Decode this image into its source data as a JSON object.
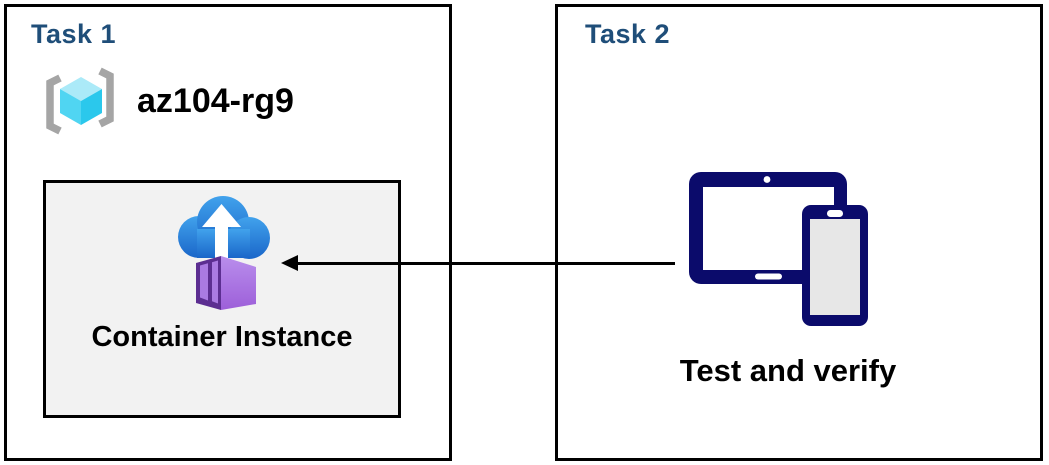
{
  "task1": {
    "title": "Task 1",
    "resource_group_name": "az104-rg9",
    "card_label": "Container Instance"
  },
  "task2": {
    "title": "Task 2",
    "caption": "Test and verify"
  },
  "icons": {
    "resource_group": "azure-resource-group-brackets-cube",
    "container_instance": "cloud-upload-with-container-box",
    "devices": "tablet-and-phone",
    "connector": "arrow-pointing-left"
  },
  "colors": {
    "title": "#1F4E79",
    "border": "#000000",
    "card": "#F2F2F2",
    "navy": "#0B0B6B",
    "cloud_top": "#41A2EC",
    "cloud_bottom": "#1A66C9",
    "container_frame": "#5C2E91",
    "container_panel": "#AA7AE2",
    "container_side_top": "#B98EEC",
    "container_side_bottom": "#9D5FD9",
    "cube_top": "#ABEAF8",
    "cube_left": "#50D5F2",
    "cube_right": "#2BC8EC",
    "bracket_gray": "#A5A5A5",
    "phone_screen": "#E7E7E7"
  }
}
